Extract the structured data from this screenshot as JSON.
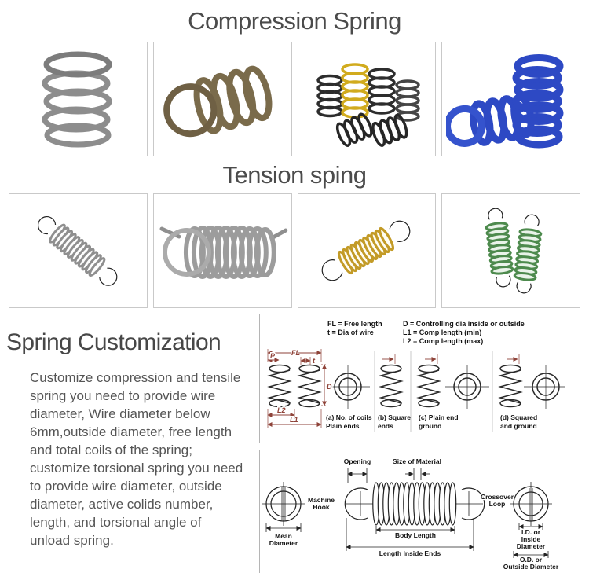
{
  "palette": {
    "title_color": "#4b4b4b",
    "body_text_color": "#555555",
    "diagram_dim_color": "#8e4238",
    "cell_border": "#c9c9c9"
  },
  "sections": {
    "compression": {
      "title": "Compression Spring",
      "photos": [
        {
          "name": "steel-compression-spring"
        },
        {
          "name": "bronze-compression-spring"
        },
        {
          "name": "black-and-yellow-compression-springs"
        },
        {
          "name": "blue-compression-springs"
        }
      ]
    },
    "tension": {
      "title": "Tension sping",
      "photos": [
        {
          "name": "steel-tension-spring-with-hooks"
        },
        {
          "name": "steel-torsion-style-tension-spring"
        },
        {
          "name": "brass-tension-spring-with-hooks"
        },
        {
          "name": "green-tension-springs-pair"
        }
      ]
    },
    "customization": {
      "title": "Spring Customization",
      "paragraph": "Customize compression and tensile spring you need to provide wire diameter, Wire diameter below 6mm,outside diameter, free length and total coils of the spring; customize torsional spring you need to provide wire diameter, outside diameter, active colids number, length, and torsional angle of unload spring."
    }
  },
  "diagram_compression": {
    "legend_left": [
      "FL = Free length",
      "t = Dia of wire"
    ],
    "legend_right": [
      "D = Controlling dia inside or outside",
      "L1 = Comp length (min)",
      "L2 = Comp length (max)"
    ],
    "labels": {
      "fl": "FL",
      "p": "P",
      "t": "t",
      "d": "D",
      "l2": "L2",
      "l1": "L1"
    },
    "captions": [
      {
        "l1": "(a) No. of coils",
        "l2": "Plain ends"
      },
      {
        "l1": "(b) Square",
        "l2": "ends"
      },
      {
        "l1": "(c) Plain end",
        "l2": "ground"
      },
      {
        "l1": "(d) Squared",
        "l2": "and ground"
      }
    ]
  },
  "diagram_extension": {
    "labels": {
      "opening": "Opening",
      "size_of_material": "Size of Material",
      "machine_hook_1": "Machine",
      "machine_hook_2": "Hook",
      "crossover_1": "Crossover",
      "crossover_2": "Loop",
      "mean_1": "Mean",
      "mean_2": "Diameter",
      "body_length": "Body Length",
      "length_inside_ends": "Length Inside Ends",
      "id_1": "I.D. or",
      "id_2": "Inside",
      "id_3": "Diameter",
      "od_1": "O.D. or",
      "od_2": "Outside Diameter"
    }
  }
}
